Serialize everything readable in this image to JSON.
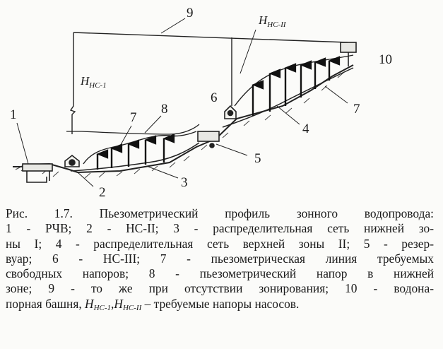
{
  "diagram": {
    "callouts": {
      "c1": "1",
      "c2": "2",
      "c3": "3",
      "c4": "4",
      "c5": "5",
      "c6": "6",
      "c7a": "7",
      "c7b": "7",
      "c8": "8",
      "c9": "9",
      "c10": "10"
    },
    "head_nc1": {
      "main": "H",
      "sub": "НС-1"
    },
    "head_nc2": {
      "main": "H",
      "sub": "НС-II"
    }
  },
  "caption": {
    "lines": [
      "Рис. 1.7. Пьезометрический профиль зонного водопровода:",
      "1 - РЧВ; 2 - НС-II;  3 - распределительная сеть нижней зо-",
      "ны I; 4 - распределительная сеть верхней зоны II; 5 - резер-",
      "вуар;  6 - НС-III; 7 - пьезометрическая линия требуемых",
      "свободных напоров;  8 - пьезометрический напор в нижней",
      "зоне;  9 - то же при отсутствии зонирования;  10 - водона-"
    ],
    "last_line": {
      "lead": "порная башня, ",
      "h1_main": "H",
      "h1_sub": "НС-1",
      "comma": ",",
      "h2_main": "H",
      "h2_sub": "НС-II",
      "tail": " – требуемые напоры насосов."
    }
  }
}
